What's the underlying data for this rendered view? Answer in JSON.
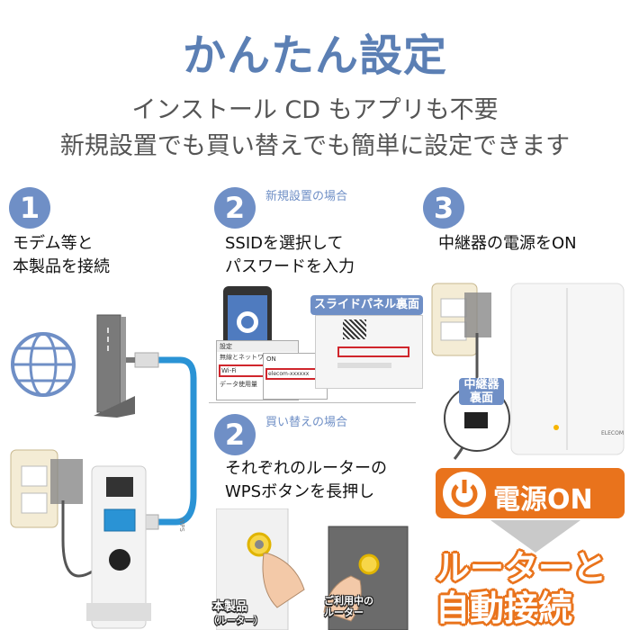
{
  "header": {
    "title": "かんたん設定",
    "subtitle_line1": "インストール CD もアプリも不要",
    "subtitle_line2": "新規設置でも買い替えでも簡単に設定できます"
  },
  "steps": [
    {
      "number": "1",
      "text": "モデム等と\n本製品を接続"
    },
    {
      "number": "2",
      "case_label": "新規設置の場合",
      "text": "SSIDを選択して\nパスワードを入力"
    },
    {
      "number": "3",
      "text": "中継器の電源をON"
    }
  ],
  "step2_replace": {
    "number": "2",
    "case_label": "買い替えの場合",
    "text": "それぞれのルーターの\nWPSボタンを長押し"
  },
  "phone_screen": {
    "settings_title": "設定",
    "wireless_network": "無線とネットワーク",
    "wifi": "Wi-Fi",
    "data_usage": "データ使用量",
    "wifi_on": "ON",
    "ssid": "elecom-xxxxxx"
  },
  "slide_panel_label": "スライドパネル裏面",
  "repeater_back_label": "中継器\n裏面",
  "power_on_label": "電源ON",
  "auto_connect_line1": "ルーターと",
  "auto_connect_line2": "自動接続",
  "this_product_label": "本製品",
  "router_sub_label": "（ルーター）",
  "current_router_label": "ご利用中の\nルーター",
  "brand": "ELECOM",
  "wps_label": "WPS",
  "colors": {
    "accent_blue": "#6f8fc6",
    "title_blue": "#5b7fb4",
    "orange": "#e9731c",
    "cable_blue": "#2a93d5"
  }
}
